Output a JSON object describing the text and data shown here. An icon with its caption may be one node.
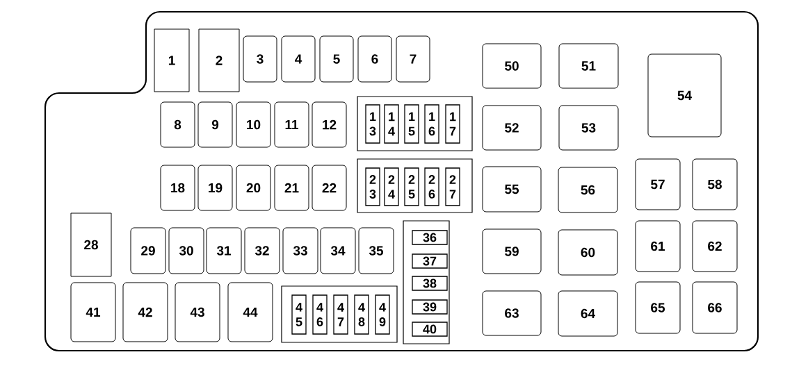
{
  "diagram": {
    "nodes": [
      {
        "text": [
          "1"
        ]
      },
      {
        "text": [
          "2"
        ]
      },
      {
        "text": [
          "3"
        ]
      },
      {
        "text": [
          "4"
        ]
      },
      {
        "text": [
          "5"
        ]
      },
      {
        "text": [
          "6"
        ]
      },
      {
        "text": [
          "7"
        ]
      },
      {
        "text": [
          "8"
        ]
      },
      {
        "text": [
          "9"
        ]
      },
      {
        "text": [
          "10"
        ]
      },
      {
        "text": [
          "11"
        ]
      },
      {
        "text": [
          "12"
        ]
      },
      {
        "text": [],
        "shape": "box"
      },
      {
        "text": [
          "1 3"
        ],
        "in": 12
      },
      {
        "text": [
          "1 4"
        ],
        "in": 12
      },
      {
        "text": [
          "1 5"
        ],
        "in": 12
      },
      {
        "text": [
          "1 6"
        ],
        "in": 12
      },
      {
        "text": [
          "1 7"
        ],
        "in": 12
      },
      {
        "text": [
          "18"
        ]
      },
      {
        "text": [
          "19"
        ]
      },
      {
        "text": [
          "20"
        ]
      },
      {
        "text": [
          "21"
        ]
      },
      {
        "text": [
          "22"
        ]
      },
      {
        "text": [],
        "shape": "box"
      },
      {
        "text": [
          "2 3"
        ],
        "in": 23
      },
      {
        "text": [
          "2 4"
        ],
        "in": 23
      },
      {
        "text": [
          "2 5"
        ],
        "in": 23
      },
      {
        "text": [
          "2 6"
        ],
        "in": 23
      },
      {
        "text": [
          "2 7"
        ],
        "in": 23
      },
      {
        "text": [
          "28"
        ]
      },
      {
        "text": [
          "29"
        ]
      },
      {
        "text": [
          "30"
        ]
      },
      {
        "text": [
          "31"
        ]
      },
      {
        "text": [
          "32"
        ]
      },
      {
        "text": [
          "33"
        ]
      },
      {
        "text": [
          "34"
        ]
      },
      {
        "text": [
          "35"
        ]
      },
      {
        "text": [],
        "shape": "box"
      },
      {
        "text": [
          "36"
        ],
        "in": 37
      },
      {
        "text": [
          "37"
        ],
        "in": 37
      },
      {
        "text": [
          "38"
        ],
        "in": 37
      },
      {
        "text": [
          "39"
        ],
        "in": 37
      },
      {
        "text": [
          "40"
        ],
        "in": 37
      },
      {
        "text": [
          "41"
        ]
      },
      {
        "text": [
          "42"
        ]
      },
      {
        "text": [
          "43"
        ]
      },
      {
        "text": [
          "44"
        ]
      },
      {
        "text": [],
        "shape": "box"
      },
      {
        "text": [
          "4 5"
        ],
        "in": 47
      },
      {
        "text": [
          "4 6"
        ],
        "in": 47
      },
      {
        "text": [
          "4 7"
        ],
        "in": 47
      },
      {
        "text": [
          "4 8"
        ],
        "in": 47
      },
      {
        "text": [
          "4 9"
        ],
        "in": 47
      },
      {
        "text": [
          "50"
        ]
      },
      {
        "text": [
          "51"
        ]
      },
      {
        "text": [
          "52"
        ]
      },
      {
        "text": [
          "53"
        ]
      },
      {
        "text": [
          "54"
        ]
      },
      {
        "text": [
          "55"
        ]
      },
      {
        "text": [
          "56"
        ]
      },
      {
        "text": [
          "57"
        ]
      },
      {
        "text": [
          "58"
        ]
      },
      {
        "text": [
          "59"
        ]
      },
      {
        "text": [
          "60"
        ]
      },
      {
        "text": [
          "61"
        ]
      },
      {
        "text": [
          "62"
        ]
      },
      {
        "text": [
          "63"
        ]
      },
      {
        "text": [
          "64"
        ]
      },
      {
        "text": [
          "65"
        ]
      },
      {
        "text": [
          "66"
        ]
      }
    ]
  }
}
